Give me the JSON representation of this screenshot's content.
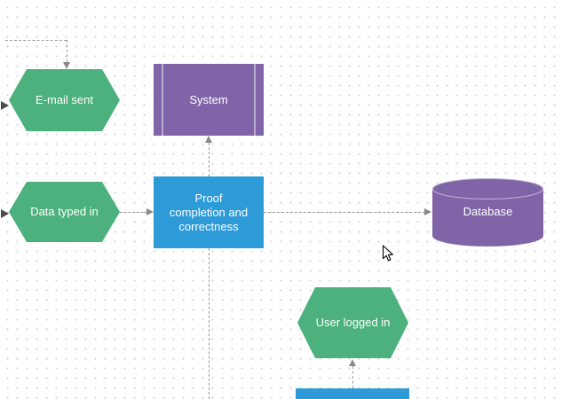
{
  "diagram": {
    "palette": {
      "hexagon_green": "#4CB17C",
      "shape_purple": "#8064A8",
      "process_blue": "#2E9BD9",
      "connector_gray": "#979797",
      "grid_dot": "#d5d8dc",
      "canvas_background": "#ffffff",
      "label_text": "#ffffff"
    },
    "nodes": {
      "email_sent": {
        "label": "E-mail sent",
        "shape": "hexagon",
        "color": "#4CB17C"
      },
      "system": {
        "label": "System",
        "shape": "predefined-process",
        "color": "#8064A8"
      },
      "data_typed_in": {
        "label": "Data typed in",
        "shape": "hexagon",
        "color": "#4CB17C"
      },
      "proof": {
        "label": "Proof completion and correctness",
        "shape": "process",
        "color": "#2E9BD9"
      },
      "database": {
        "label": "Database",
        "shape": "cylinder",
        "color": "#8064A8"
      },
      "user_logged_in": {
        "label": "User logged in",
        "shape": "hexagon",
        "color": "#4CB17C"
      },
      "bottom_process": {
        "label": "",
        "shape": "process",
        "color": "#2E9BD9"
      }
    },
    "edges": [
      {
        "from": "offscreen-top-left",
        "to": "email_sent",
        "style": "dashed"
      },
      {
        "from": "offscreen-left",
        "to": "email_sent",
        "style": "dashed"
      },
      {
        "from": "offscreen-left",
        "to": "data_typed_in",
        "style": "dashed"
      },
      {
        "from": "data_typed_in",
        "to": "proof",
        "style": "dashed"
      },
      {
        "from": "proof",
        "to": "system",
        "style": "dashed"
      },
      {
        "from": "proof",
        "to": "database",
        "style": "dashed"
      },
      {
        "from": "proof",
        "to": "offscreen-bottom",
        "style": "dashed"
      },
      {
        "from": "bottom_process",
        "to": "user_logged_in",
        "style": "dashed"
      }
    ]
  }
}
